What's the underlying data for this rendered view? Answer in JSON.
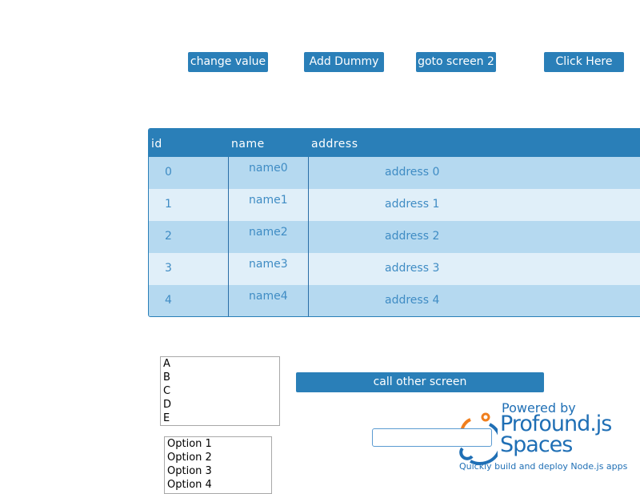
{
  "buttons": {
    "change_value": "change value",
    "add_dummy": "Add Dummy",
    "goto_screen2": "goto screen 2",
    "click_here": "Click Here",
    "call_other_screen": "call other screen"
  },
  "grid": {
    "headers": [
      "id",
      "name",
      "address"
    ],
    "rows": [
      {
        "id": "0",
        "name": "name0",
        "address": "address 0"
      },
      {
        "id": "1",
        "name": "name1",
        "address": "address 1"
      },
      {
        "id": "2",
        "name": "name2",
        "address": "address 2"
      },
      {
        "id": "3",
        "name": "name3",
        "address": "address 3"
      },
      {
        "id": "4",
        "name": "name4",
        "address": "address 4"
      }
    ]
  },
  "listbox1": {
    "items": [
      "A",
      "B",
      "C",
      "D",
      "E"
    ]
  },
  "listbox2": {
    "items": [
      "Option 1",
      "Option 2",
      "Option 3",
      "Option 4"
    ]
  },
  "text_input": {
    "value": ""
  },
  "branding": {
    "powered_by": "Powered by",
    "product_line1": "Profound.js",
    "product_line2": "Spaces",
    "tagline": "Quickly build and deploy Node.js apps"
  },
  "colors": {
    "accent": "#2a7fb8",
    "row_dark": "#b5d9f0",
    "row_light": "#e0eff9",
    "logo_orange": "#f07f1e"
  }
}
